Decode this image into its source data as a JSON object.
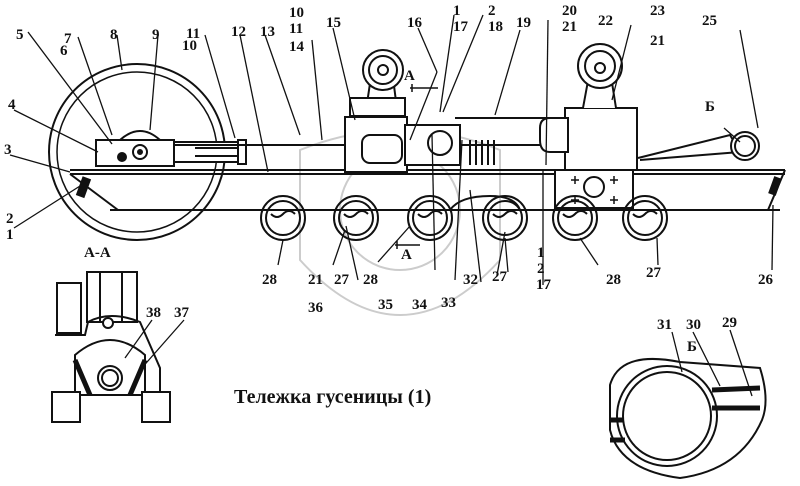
{
  "title": "Тележка гусеницы (1)",
  "section_labels": {
    "aa": "А-А",
    "b_detail": "Б",
    "b_main": "Б",
    "a_arrow_top": "А",
    "a_arrow_bottom": "А"
  },
  "callouts": {
    "c1": "1",
    "c2": "2",
    "c3": "3",
    "c4": "4",
    "c5": "5",
    "c6": "6",
    "c7": "7",
    "c8": "8",
    "c9": "9",
    "c10a": "10",
    "c11a": "11",
    "c12": "12",
    "c13": "13",
    "c10b": "10",
    "c11b": "11",
    "c14": "14",
    "c15": "15",
    "c16": "16",
    "c1b": "1",
    "c17a": "17",
    "c2b": "2",
    "c18": "18",
    "c19": "19",
    "c20": "20",
    "c21a": "21",
    "c22": "22",
    "c23": "23",
    "c21b": "21",
    "c25": "25",
    "c28a": "28",
    "c21c": "21",
    "c27a": "27",
    "c36": "36",
    "c28b": "28",
    "c35": "35",
    "c34": "34",
    "c33": "33",
    "c32": "32",
    "c27b": "27",
    "c1c": "1",
    "c2c": "2",
    "c17b": "17",
    "c28c": "28",
    "c27c": "27",
    "c26": "26",
    "c38": "38",
    "c37": "37",
    "c31": "31",
    "c30": "30",
    "c29": "29"
  }
}
